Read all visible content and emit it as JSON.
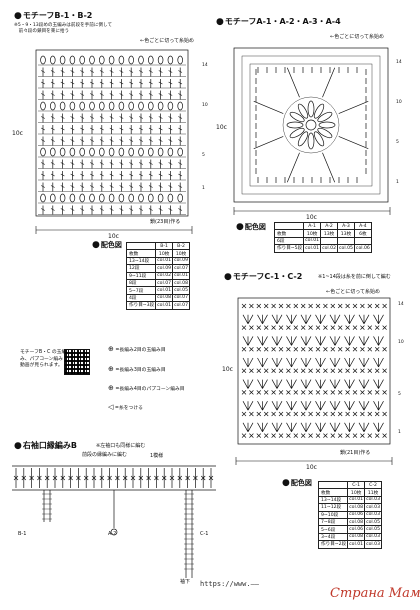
{
  "motif_b": {
    "title": "モチーフB-1・B-2",
    "note1": "※5・9・13段めの玉編みは前段を手前に倒して",
    "note2": "　前々段の鎖目を束に拾う",
    "color_note": "←色ごとに切って糸始め",
    "row_labels": [
      "14",
      "10",
      "5",
      "1"
    ],
    "dim": "10c",
    "dim_v": "10c",
    "start": "鎖(23目)作る",
    "table_title": "配色図",
    "table_head": [
      "",
      "B-1",
      "B-2"
    ],
    "table_rows": [
      [
        "枚数",
        "10枚",
        "10枚"
      ],
      [
        "13~14段",
        "col.01",
        "col.09"
      ],
      [
        "12段",
        "col.09",
        "col.07"
      ],
      [
        "9~11段",
        "col.02",
        "col.01"
      ],
      [
        "8段",
        "col.07",
        "col.08"
      ],
      [
        "5~7段",
        "col.01",
        "col.05"
      ],
      [
        "4段",
        "col.08",
        "col.07"
      ],
      [
        "作り目~3段",
        "col.01",
        "col.07"
      ]
    ]
  },
  "motif_a": {
    "title": "モチーフA-1・A-2・A-3・A-4",
    "color_note": "←色ごとに切って糸始め",
    "row_labels": [
      "14",
      "10",
      "5",
      "1"
    ],
    "dim": "10c",
    "dim_v": "10c",
    "table_title": "配色図",
    "table_head": [
      "",
      "A-1",
      "A-2",
      "A-3",
      "A-4"
    ],
    "table_rows": [
      [
        "枚数",
        "10枚",
        "13枚",
        "13枚",
        "6枚"
      ],
      [
        "6段",
        "col.01",
        "",
        "",
        ""
      ],
      [
        "作り目~5段",
        "col.01",
        "col.02",
        "col.05",
        "col.06"
      ]
    ]
  },
  "motif_c": {
    "title": "モチーフC-1・C-2",
    "note1": "※1~14段は糸を前に倒して編む",
    "color_note": "←色ごとに切って糸始め",
    "row_labels": [
      "14",
      "10",
      "5",
      "1"
    ],
    "dim": "10c",
    "dim_v": "10c",
    "start": "鎖(21目)作る",
    "table_title": "配色図",
    "table_head": [
      "",
      "C-1",
      "C-2"
    ],
    "table_rows": [
      [
        "枚数",
        "10枚",
        "11枚"
      ],
      [
        "13~14段",
        "col.01",
        "col.03"
      ],
      [
        "11~12段",
        "col.08",
        "col.03"
      ],
      [
        "9~10段",
        "col.06",
        "col.03"
      ],
      [
        "7~8段",
        "col.08",
        "col.05"
      ],
      [
        "5~6段",
        "col.06",
        "col.05"
      ],
      [
        "3~4段",
        "col.08",
        "col.03"
      ],
      [
        "作り目~2段",
        "col.01",
        "col.03"
      ]
    ]
  },
  "qr": {
    "text1": "モチーフB・C の玉編",
    "text2": "み、パプコーン編み",
    "text3": "動画が見られます。"
  },
  "legend": {
    "items": [
      "=長編み2目の玉編み目",
      "=長編み3目の玉編み目",
      "=長編み4目のパプコーン編み目",
      "=糸をつける"
    ]
  },
  "sleeve": {
    "title": "右袖口縁編みB",
    "note1": "※左袖口も同様に編む",
    "note2": "前段の縁編みに編む",
    "top_label": "1模様",
    "labels": [
      "B-1",
      "A-2",
      "C-1"
    ],
    "bottom": "袖下"
  },
  "footer": {
    "url": "https://www.——",
    "watermark": "Страна Мам"
  },
  "colors": {
    "ink": "#111111",
    "watermark": "#c0392b"
  }
}
